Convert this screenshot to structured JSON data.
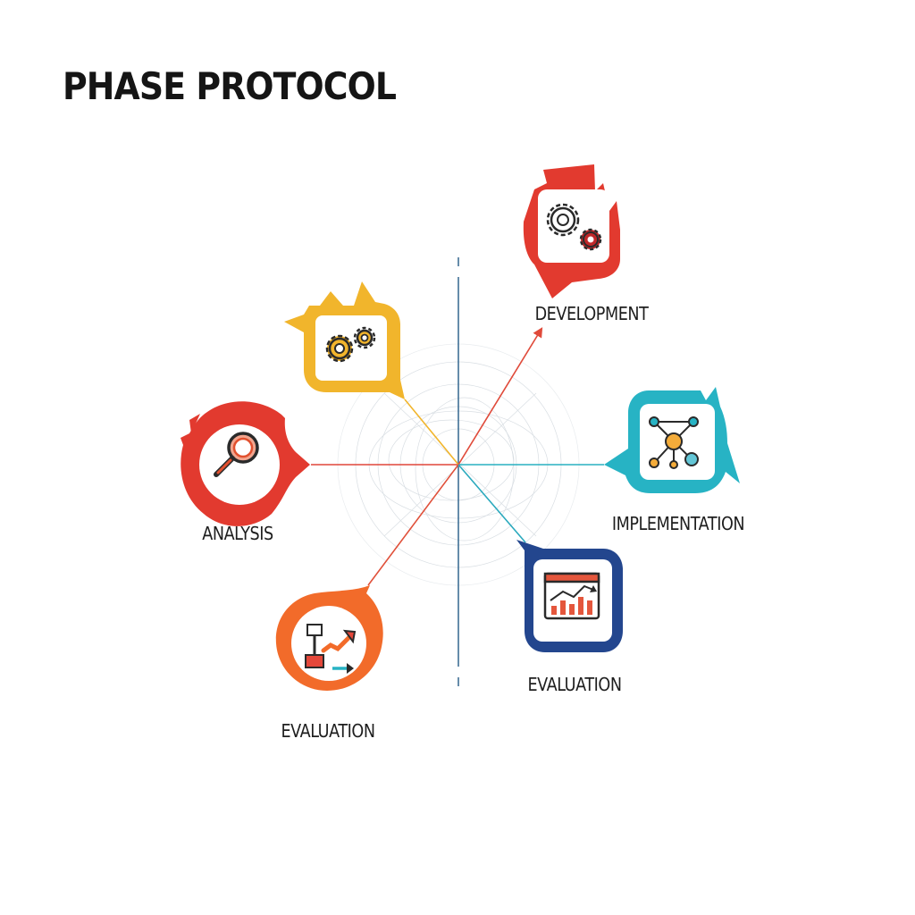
{
  "title": "PHASE PROTOCOL",
  "phases": [
    {
      "key": "analysis",
      "label": "ANALYSIS",
      "color": "#e23a2f",
      "icon": "magnifier-icon"
    },
    {
      "key": "design",
      "label": "",
      "color": "#f1b52c",
      "icon": "gears-icon"
    },
    {
      "key": "development",
      "label": "DEVELOPMENT",
      "color": "#e23a2f",
      "icon": "gears-cycle-icon"
    },
    {
      "key": "implementation",
      "label": "IMPLEMENTATION",
      "color": "#27b3c4",
      "icon": "network-icon"
    },
    {
      "key": "evaluation-right",
      "label": "EVALUATION",
      "color": "#23468e",
      "icon": "chart-window-icon"
    },
    {
      "key": "evaluation-left",
      "label": "EVALUATION",
      "color": "#f26b2a",
      "icon": "flowchart-icon"
    }
  ]
}
